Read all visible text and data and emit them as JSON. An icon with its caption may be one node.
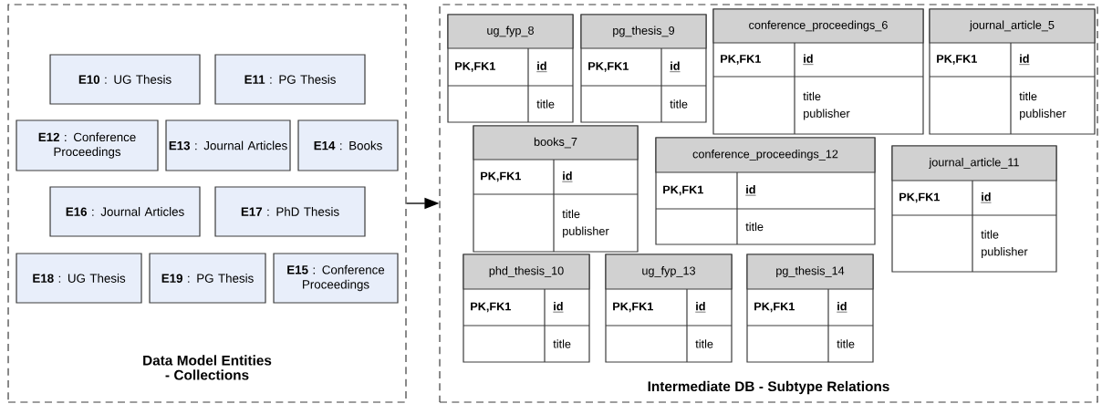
{
  "diagram": {
    "nodes": [
      {
        "text": [
          "Data Model Entities - Collections"
        ]
      },
      {
        "text": [
          "**E10** : UG Thesis"
        ],
        "in": 0
      },
      {
        "text": [
          "**E11** : PG Thesis"
        ],
        "in": 0
      },
      {
        "text": [
          "**E12** : Conference Proceedings"
        ],
        "in": 0
      },
      {
        "text": [
          "**E13** : Journal Articles"
        ],
        "in": 0
      },
      {
        "text": [
          "**E14** : Books"
        ],
        "in": 0
      },
      {
        "text": [
          "**E16** : Journal Articles"
        ],
        "in": 0
      },
      {
        "text": [
          "**E17** : PhD Thesis"
        ],
        "in": 0
      },
      {
        "text": [
          "**E18** : UG Thesis"
        ],
        "in": 0
      },
      {
        "text": [
          "**E19** : PG Thesis"
        ],
        "in": 0
      },
      {
        "text": [
          "**E15** : Conference Proceedings"
        ],
        "in": 0
      },
      {
        "text": [
          "Intermediate DB - Subtype Relations"
        ]
      },
      {
        "text": [
          "ug_fyp_8",
          "PK,FK1",
          "id",
          "title"
        ],
        "in": 11
      },
      {
        "text": [
          "pg_thesis_9",
          "PK,FK1",
          "id",
          "title"
        ],
        "in": 11
      },
      {
        "text": [
          "conference_proceedings_6",
          "PK,FK1",
          "id",
          "title",
          "publisher"
        ],
        "in": 11
      },
      {
        "text": [
          "journal_article_5",
          "PK,FK1",
          "id",
          "title",
          "publisher"
        ],
        "in": 11
      },
      {
        "text": [
          "books_7",
          "PK,FK1",
          "id",
          "title",
          "publisher"
        ],
        "in": 11
      },
      {
        "text": [
          "conference_proceedings_12",
          "PK,FK1",
          "id",
          "title"
        ],
        "in": 11
      },
      {
        "text": [
          "journal_article_11",
          "PK,FK1",
          "id",
          "title",
          "publisher"
        ],
        "in": 11
      },
      {
        "text": [
          "phd_thesis_10",
          "PK,FK1",
          "id",
          "title"
        ],
        "in": 11
      },
      {
        "text": [
          "ug_fyp_13",
          "PK,FK1",
          "id",
          "title"
        ],
        "in": 11
      },
      {
        "text": [
          "pg_thesis_14",
          "PK,FK1",
          "id",
          "title"
        ],
        "in": 11
      }
    ],
    "edges": [
      {
        "from": 0,
        "to": 11,
        "arrow": "to"
      }
    ]
  }
}
